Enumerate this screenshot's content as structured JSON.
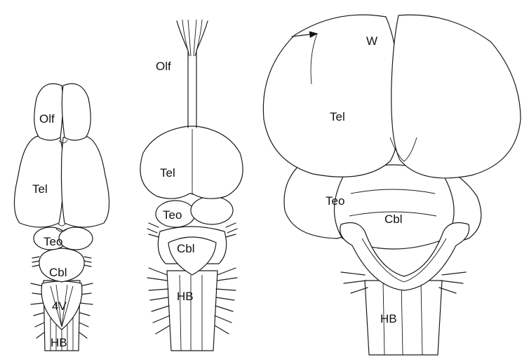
{
  "diagrams": {
    "left": {
      "olf": "Olf",
      "tel": "Tel",
      "teo": "Teo",
      "cbl": "Cbl",
      "fourth_ventricle": "4V",
      "hb": "HB"
    },
    "middle": {
      "olf": "Olf",
      "tel": "Tel",
      "teo": "Teo",
      "cbl": "Cbl",
      "hb": "HB"
    },
    "right": {
      "w": "W",
      "tel": "Tel",
      "teo": "Teo",
      "cbl": "Cbl",
      "hb": "HB"
    }
  }
}
